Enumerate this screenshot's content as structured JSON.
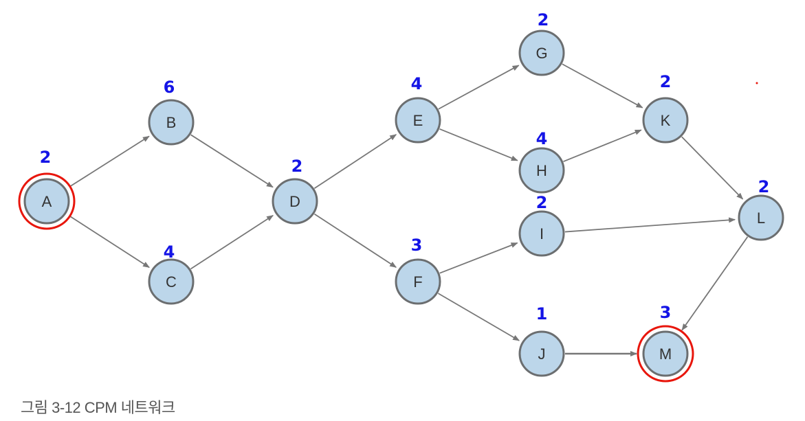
{
  "caption": "그림 3-12  CPM 네트워크",
  "colors": {
    "node_fill": "#bcd6ea",
    "node_stroke": "#6b6e70",
    "edge": "#777777",
    "duration": "#1414e6",
    "critical_highlight": "#e8160c"
  },
  "nodes": [
    {
      "id": "A",
      "duration": "2",
      "highlighted": true
    },
    {
      "id": "B",
      "duration": "6"
    },
    {
      "id": "C",
      "duration": "4"
    },
    {
      "id": "D",
      "duration": "2"
    },
    {
      "id": "E",
      "duration": "4"
    },
    {
      "id": "F",
      "duration": "3"
    },
    {
      "id": "G",
      "duration": "2"
    },
    {
      "id": "H",
      "duration": "4"
    },
    {
      "id": "I",
      "duration": "2"
    },
    {
      "id": "J",
      "duration": "1"
    },
    {
      "id": "K",
      "duration": "2"
    },
    {
      "id": "L",
      "duration": "2"
    },
    {
      "id": "M",
      "duration": "3",
      "highlighted": true
    }
  ],
  "edges": [
    [
      "A",
      "B"
    ],
    [
      "A",
      "C"
    ],
    [
      "B",
      "D"
    ],
    [
      "C",
      "D"
    ],
    [
      "D",
      "E"
    ],
    [
      "D",
      "F"
    ],
    [
      "E",
      "G"
    ],
    [
      "E",
      "H"
    ],
    [
      "F",
      "I"
    ],
    [
      "F",
      "J"
    ],
    [
      "G",
      "K"
    ],
    [
      "H",
      "K"
    ],
    [
      "K",
      "L"
    ],
    [
      "I",
      "L"
    ],
    [
      "L",
      "M"
    ],
    [
      "J",
      "M"
    ]
  ]
}
